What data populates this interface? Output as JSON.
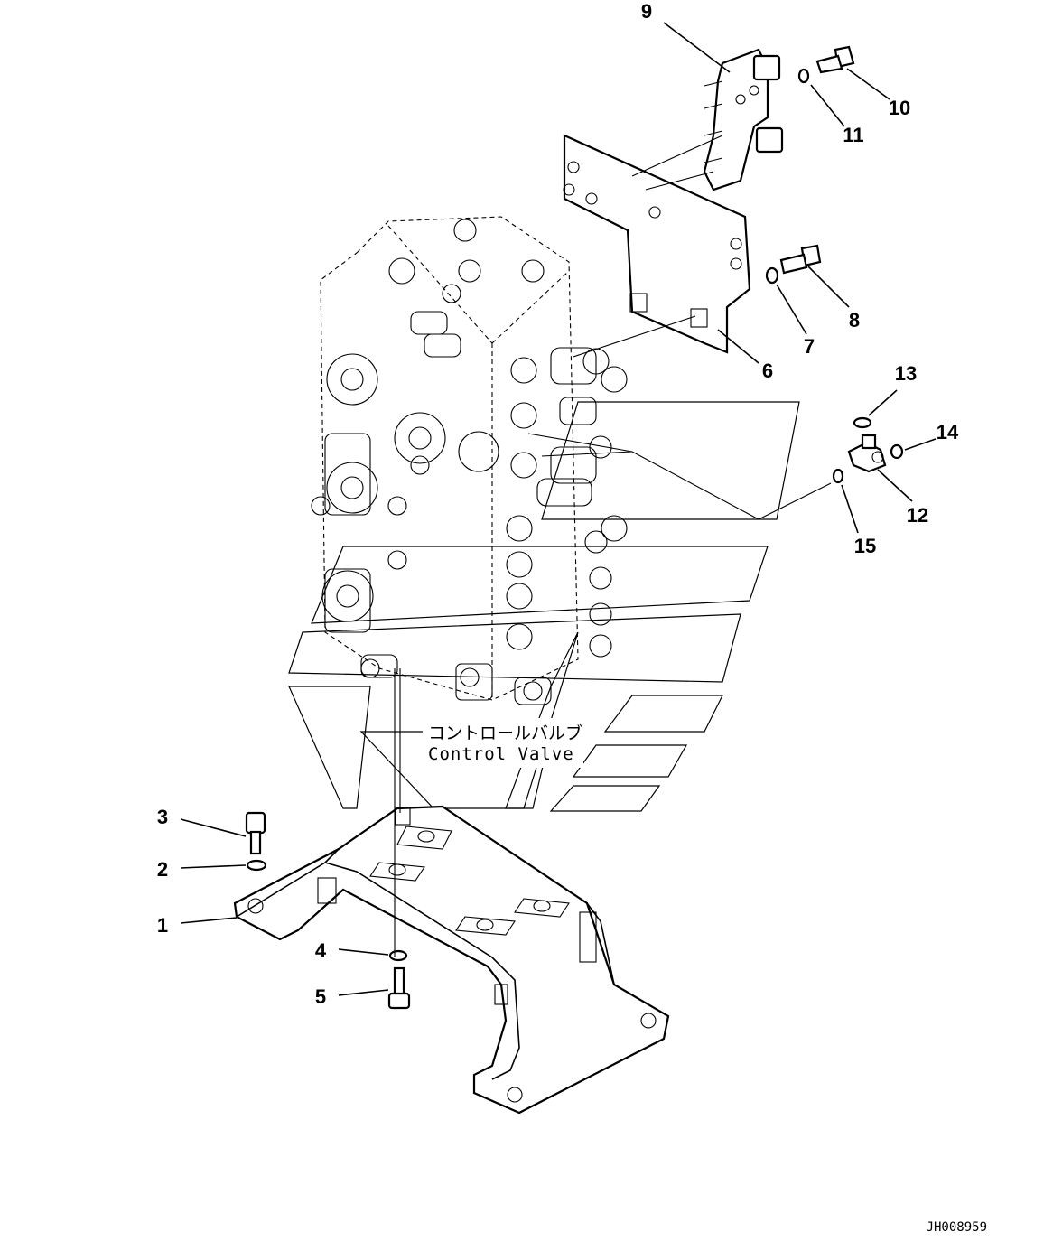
{
  "drawing_id": "JH008959",
  "component_label": {
    "japanese": "コントロールバルブ",
    "english": "Control Valve"
  },
  "callouts": [
    {
      "id": "1",
      "label": "1"
    },
    {
      "id": "2",
      "label": "2"
    },
    {
      "id": "3",
      "label": "3"
    },
    {
      "id": "4",
      "label": "4"
    },
    {
      "id": "5",
      "label": "5"
    },
    {
      "id": "6",
      "label": "6"
    },
    {
      "id": "7",
      "label": "7"
    },
    {
      "id": "8",
      "label": "8"
    },
    {
      "id": "9",
      "label": "9"
    },
    {
      "id": "10",
      "label": "10"
    },
    {
      "id": "11",
      "label": "11"
    },
    {
      "id": "12",
      "label": "12"
    },
    {
      "id": "13",
      "label": "13"
    },
    {
      "id": "14",
      "label": "14"
    },
    {
      "id": "15",
      "label": "15"
    }
  ]
}
